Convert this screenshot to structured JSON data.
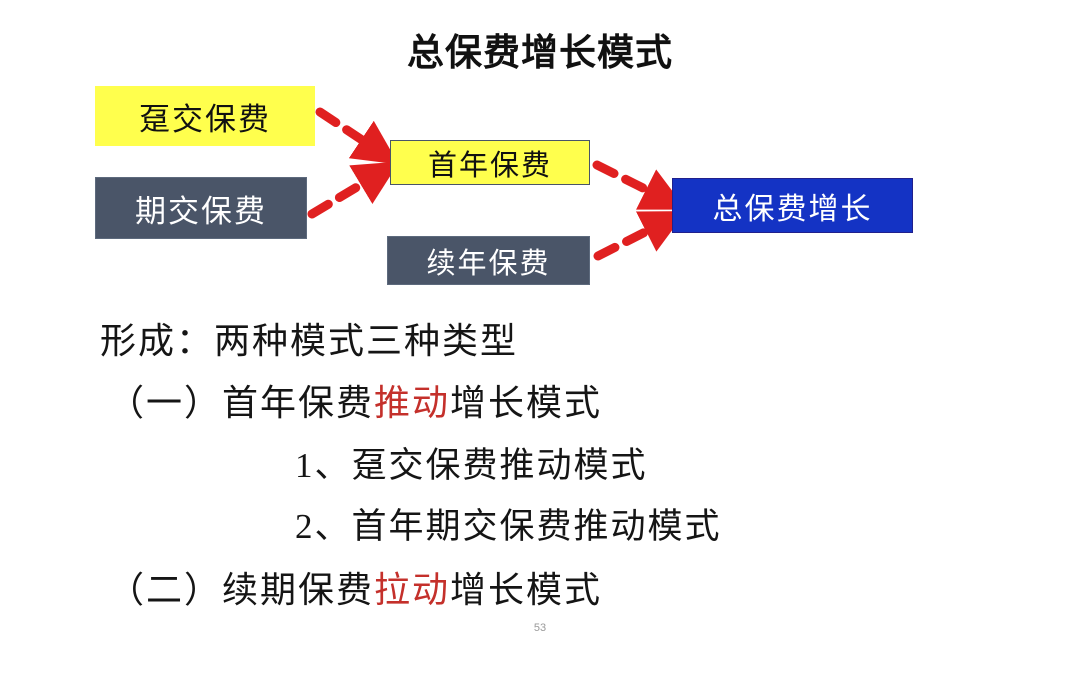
{
  "slide": {
    "title": "总保费增长模式",
    "page_number": "53",
    "background_color": "#ffffff"
  },
  "diagram": {
    "type": "flow",
    "accent_arrow_color": "#e02020",
    "nodes": [
      {
        "id": "dunjiao",
        "label": "趸交保费",
        "fill": "#ffff4d",
        "text_color": "#111111",
        "column": "left"
      },
      {
        "id": "qijiao",
        "label": "期交保费",
        "fill": "#4a5568",
        "text_color": "#ffffff",
        "column": "left"
      },
      {
        "id": "shounian",
        "label": "首年保费",
        "fill": "#ffff4d",
        "text_color": "#111111",
        "column": "middle"
      },
      {
        "id": "xunian",
        "label": "续年保费",
        "fill": "#4a5568",
        "text_color": "#ffffff",
        "column": "middle"
      },
      {
        "id": "total",
        "label": "总保费增长",
        "fill": "#1433c4",
        "text_color": "#ffffff",
        "column": "right"
      }
    ],
    "edges": [
      {
        "from": "dunjiao",
        "to": "shounian",
        "style": "dashed-arrow"
      },
      {
        "from": "qijiao",
        "to": "shounian",
        "style": "dashed-arrow"
      },
      {
        "from": "shounian",
        "to": "total",
        "style": "dashed-arrow"
      },
      {
        "from": "xunian",
        "to": "total",
        "style": "dashed-arrow"
      }
    ]
  },
  "body": {
    "line1": "形成：两种模式三种类型",
    "line2": {
      "prefix": "（一）首年保费",
      "highlight": "推动",
      "suffix": "增长模式"
    },
    "line3": "1、趸交保费推动模式",
    "line4": "2、首年期交保费推动模式",
    "line5": {
      "prefix": "（二）续期保费",
      "highlight": "拉动",
      "suffix": "增长模式"
    },
    "highlight_color": "#c4302b"
  }
}
